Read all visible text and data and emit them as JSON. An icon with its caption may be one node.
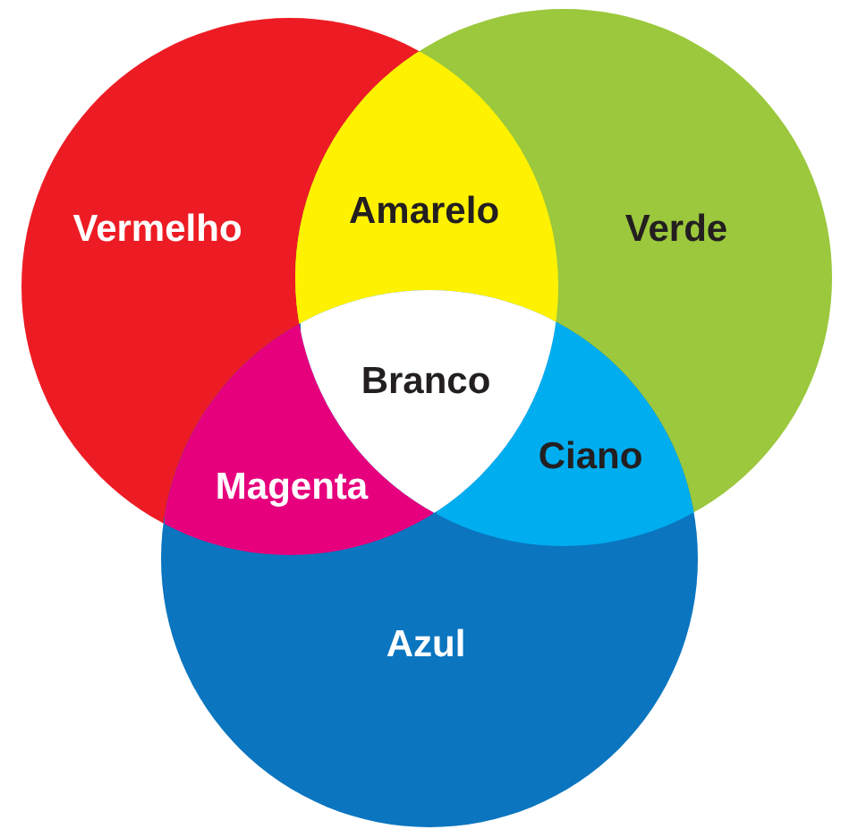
{
  "diagram": {
    "nodes": [
      {
        "text": [
          "Vermelho"
        ]
      },
      {
        "text": [
          "Amarelo"
        ]
      },
      {
        "text": [
          "Verde"
        ]
      },
      {
        "text": [
          "Branco"
        ]
      },
      {
        "text": [
          "Magenta"
        ]
      },
      {
        "text": [
          "Ciano"
        ]
      },
      {
        "text": [
          "Azul"
        ]
      }
    ]
  }
}
